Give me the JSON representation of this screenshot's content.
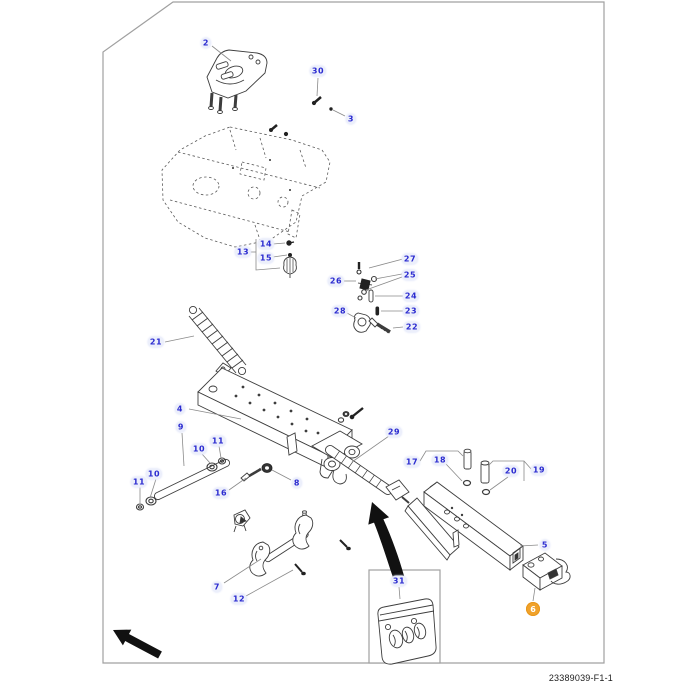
{
  "figure": {
    "drawing_number": "23389039-F1-1",
    "callout_color": "#2b2bd0",
    "highlight_color": "#f0a22b",
    "highlighted_callout": "6"
  },
  "callouts": {
    "2": "2",
    "3": "3",
    "4": "4",
    "5": "5",
    "6": "6",
    "7": "7",
    "8": "8",
    "9": "9",
    "10": "10",
    "11": "11",
    "12": "12",
    "13": "13",
    "14": "14",
    "15": "15",
    "16": "16",
    "17": "17",
    "18": "18",
    "19": "19",
    "20": "20",
    "21": "21",
    "22": "22",
    "23": "23",
    "24": "24",
    "25": "25",
    "26": "26",
    "27": "27",
    "28": "28",
    "29": "29",
    "30": "30",
    "31": "31"
  }
}
